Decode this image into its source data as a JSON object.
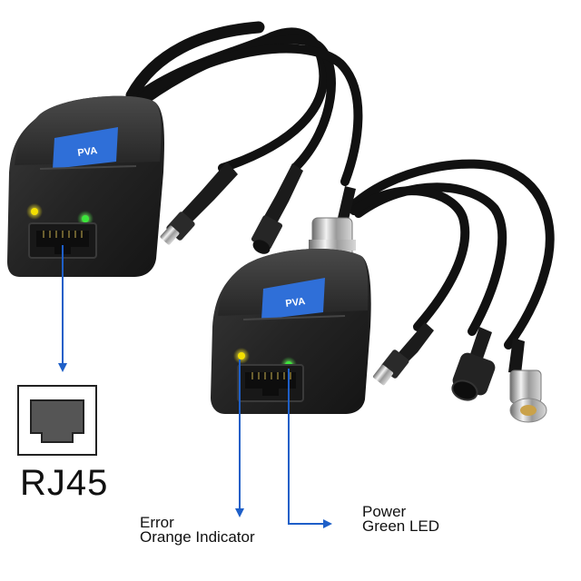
{
  "product": {
    "label_text": "PVA"
  },
  "port_icon": {
    "name": "rj45-port-icon",
    "caption": "RJ45"
  },
  "indicators": {
    "error": {
      "line1": "Error",
      "line2": "Orange Indicator",
      "color": "#f3e000"
    },
    "power": {
      "line1": "Power",
      "line2": "Green LED",
      "color": "#3be63b"
    }
  },
  "colors": {
    "arrow": "#1e5fc8",
    "housing": "#2a2a2a",
    "label_blue": "#2f6fd8",
    "cable": "#111111"
  }
}
